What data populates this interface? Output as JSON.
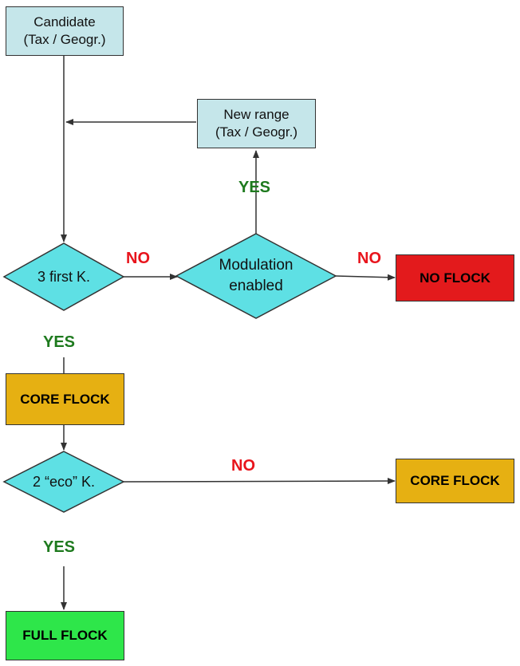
{
  "colors": {
    "process_fill": "#c5e6ea",
    "decision_fill": "#5ee0e4",
    "core_flock_fill": "#e6b012",
    "no_flock_fill": "#e31a1c",
    "full_flock_fill": "#2ee64a",
    "yes_label": "#1e7a1e",
    "no_label": "#e8141c",
    "line": "#333333"
  },
  "nodes": {
    "candidate": {
      "line1": "Candidate",
      "line2": "(Tax / Geogr.)"
    },
    "new_range": {
      "line1": "New range",
      "line2": "(Tax / Geogr.)"
    },
    "decision_first_k": {
      "label": "3 first K."
    },
    "decision_modulation": {
      "line1": "Modulation",
      "line2": "enabled"
    },
    "decision_eco_k": {
      "label": "2 “eco” K."
    },
    "no_flock": {
      "label": "NO FLOCK"
    },
    "core_flock_main": {
      "label": "CORE FLOCK"
    },
    "core_flock_side": {
      "label": "CORE FLOCK"
    },
    "full_flock": {
      "label": "FULL FLOCK"
    }
  },
  "edge_labels": {
    "first_k_no": "NO",
    "first_k_yes": "YES",
    "modulation_yes": "YES",
    "modulation_no": "NO",
    "eco_no": "NO",
    "eco_yes": "YES"
  }
}
